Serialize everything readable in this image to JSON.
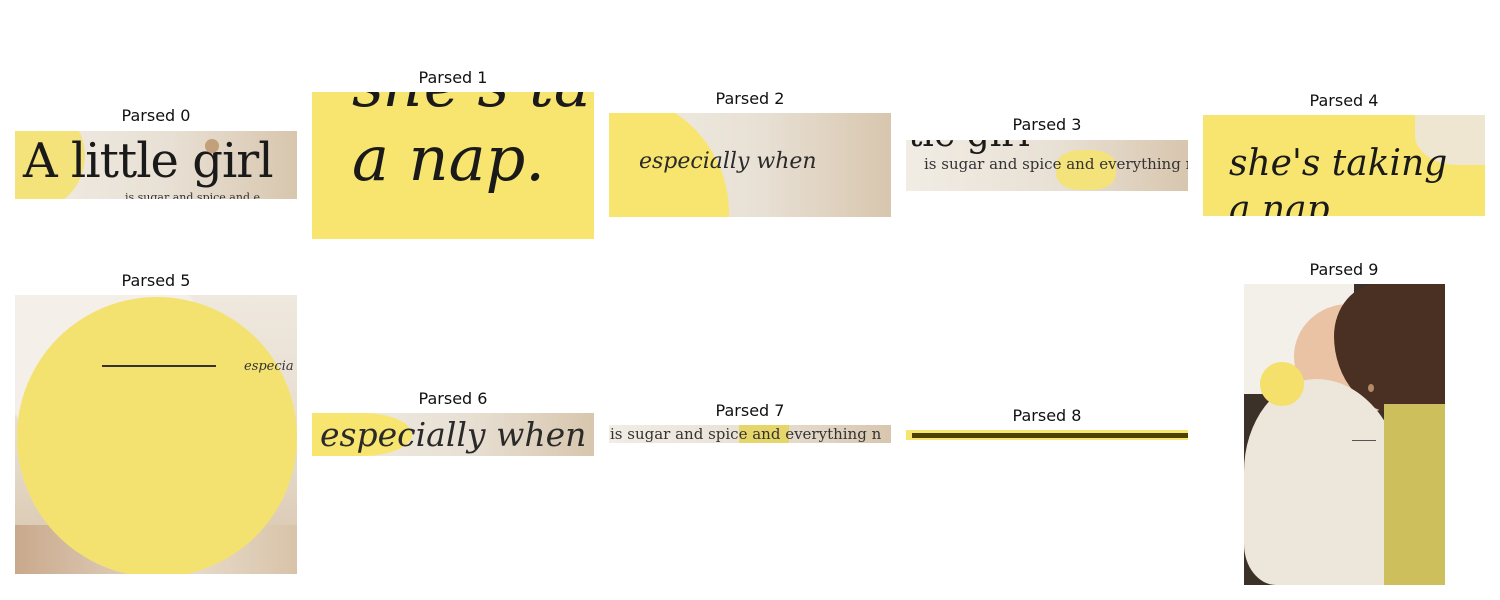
{
  "panels": [
    {
      "title": "Parsed 0",
      "text": "A little girl",
      "subtext": "is sugar and spice and e"
    },
    {
      "title": "Parsed 1",
      "text_top": "she's ta",
      "text": "a nap."
    },
    {
      "title": "Parsed 2",
      "text": "especially when"
    },
    {
      "title": "Parsed 3",
      "text_top": "tle girl",
      "text": "is sugar and spice and everything n"
    },
    {
      "title": "Parsed 4",
      "text": "she's taking",
      "text_bottom": "a nap"
    },
    {
      "title": "Parsed 5",
      "text": "especia"
    },
    {
      "title": "Parsed 6",
      "text": "especially when"
    },
    {
      "title": "Parsed 7",
      "text": "is sugar and spice and everything n"
    },
    {
      "title": "Parsed 8"
    },
    {
      "title": "Parsed 9"
    }
  ],
  "colors": {
    "yellow": "#f8e56f",
    "text_dark": "#1a1a1a",
    "underline": "#4a4000"
  }
}
